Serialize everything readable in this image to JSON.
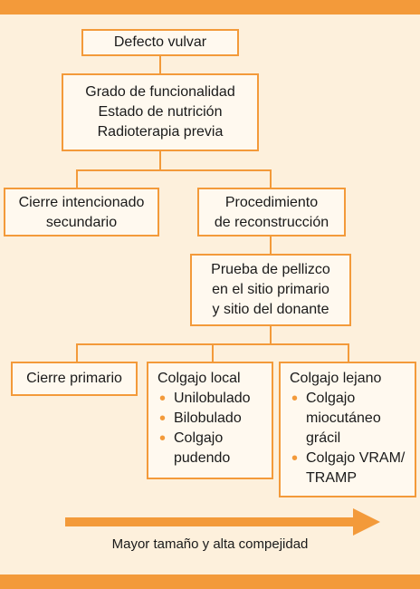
{
  "nodes": {
    "defect": "Defecto vulvar",
    "factors": [
      "Grado de funcionalidad",
      "Estado de nutrición",
      "Radioterapia previa"
    ],
    "secondary": [
      "Cierre intencionado",
      "secundario"
    ],
    "reconstruction": [
      "Procedimiento",
      "de reconstrucción"
    ],
    "pinch_test": [
      "Prueba de pellizco",
      "en el sitio primario",
      "y sitio del donante"
    ],
    "primary_closure": "Cierre primario",
    "local_flap": {
      "title": "Colgajo local",
      "items": [
        "Unilobulado",
        "Bilobulado",
        "Colgajo pudendo"
      ]
    },
    "distant_flap": {
      "title": "Colgajo lejano",
      "items": [
        "Colgajo miocutáneo grácil",
        "Colgajo VRAM/ TRAMP"
      ]
    }
  },
  "caption": "Mayor tamaño y alta compejidad",
  "colors": {
    "accent": "#f39a3a",
    "background": "#fdf0dc",
    "box_fill": "#fff9ef"
  }
}
